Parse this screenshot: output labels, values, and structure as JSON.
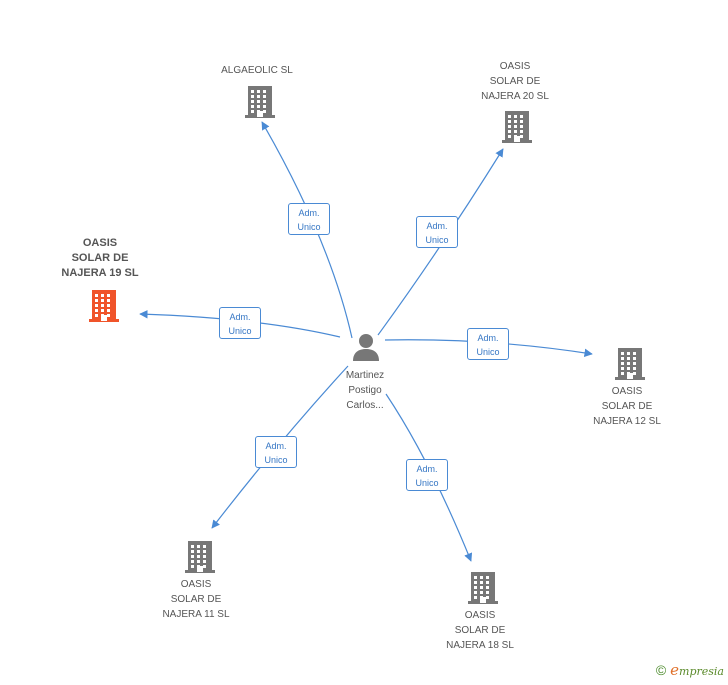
{
  "center": {
    "name_lines": [
      "Martinez",
      "Postigo",
      "Carlos..."
    ],
    "icon": "person-icon"
  },
  "companies": [
    {
      "id": "algaeolic",
      "lines": [
        "ALGAEOLIC SL"
      ],
      "highlight": false
    },
    {
      "id": "najera20",
      "lines": [
        "OASIS",
        "SOLAR DE",
        "NAJERA 20 SL"
      ],
      "highlight": false
    },
    {
      "id": "najera19",
      "lines": [
        "OASIS",
        "SOLAR DE",
        "NAJERA 19 SL"
      ],
      "highlight": true
    },
    {
      "id": "najera12",
      "lines": [
        "OASIS",
        "SOLAR DE",
        "NAJERA 12 SL"
      ],
      "highlight": false
    },
    {
      "id": "najera11",
      "lines": [
        "OASIS",
        "SOLAR DE",
        "NAJERA 11 SL"
      ],
      "highlight": false
    },
    {
      "id": "najera18",
      "lines": [
        "OASIS",
        "SOLAR DE",
        "NAJERA 18 SL"
      ],
      "highlight": false
    }
  ],
  "edge_label": [
    "Adm.",
    "Unico"
  ],
  "colors": {
    "edge": "#4a8ad4",
    "building": "#777777",
    "building_highlight": "#f0542a"
  },
  "footer": {
    "copyright": "©",
    "brand_first": "e",
    "brand_rest": "mpresia"
  }
}
